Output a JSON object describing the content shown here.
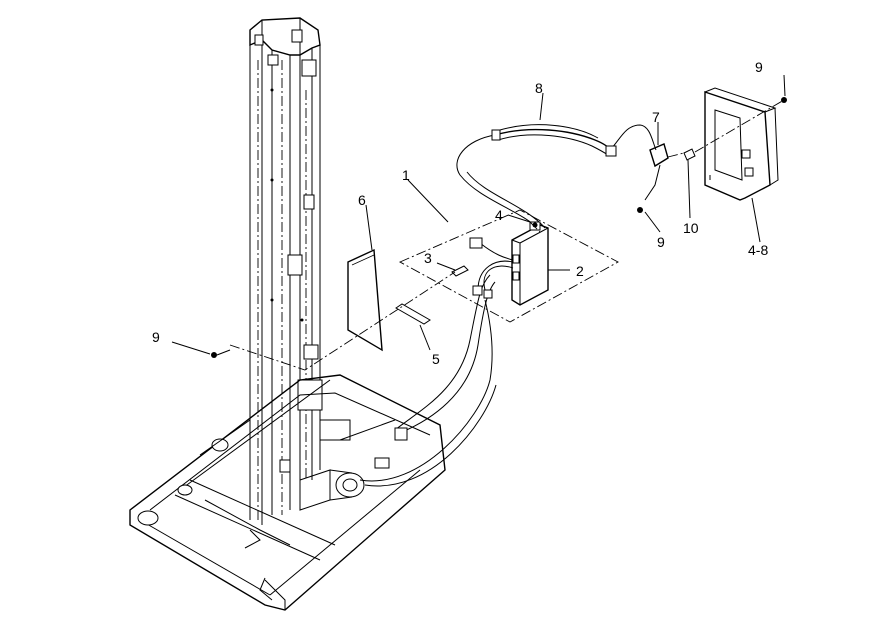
{
  "callouts": [
    {
      "id": "c1",
      "text": "1"
    },
    {
      "id": "c2",
      "text": "2"
    },
    {
      "id": "c3",
      "text": "3"
    },
    {
      "id": "c4",
      "text": "4"
    },
    {
      "id": "c5",
      "text": "5"
    },
    {
      "id": "c6",
      "text": "6"
    },
    {
      "id": "c7",
      "text": "7"
    },
    {
      "id": "c8",
      "text": "8"
    },
    {
      "id": "c9a",
      "text": "9"
    },
    {
      "id": "c9b",
      "text": "9"
    },
    {
      "id": "c9c",
      "text": "9"
    },
    {
      "id": "c10",
      "text": "10"
    },
    {
      "id": "c48",
      "text": "4-8"
    }
  ]
}
